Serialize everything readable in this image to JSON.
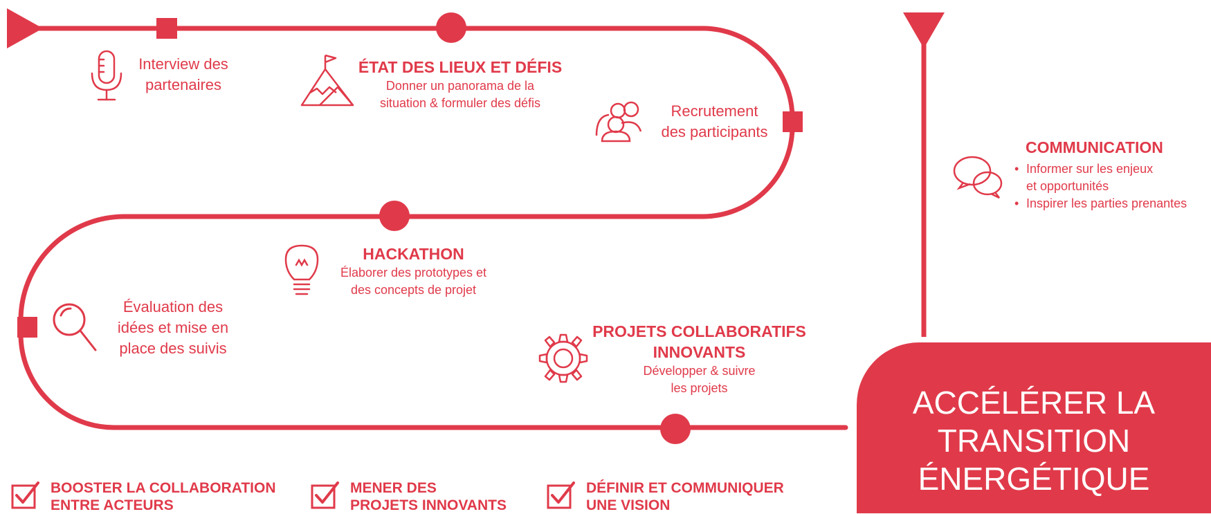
{
  "colors": {
    "accent": "#e03a4a",
    "background": "#ffffff",
    "hero_text": "#ffffff"
  },
  "steps": {
    "interview": {
      "icon": "microphone-icon",
      "line1": "Interview des",
      "line2": "partenaires"
    },
    "etat": {
      "icon": "mountain-flag-icon",
      "title": "ÉTAT DES LIEUX ET DÉFIS",
      "line1": "Donner un panorama de la",
      "line2": "situation & formuler des défis"
    },
    "recrutement": {
      "icon": "people-group-icon",
      "line1": "Recrutement",
      "line2": "des participants"
    },
    "hackathon": {
      "icon": "lightbulb-icon",
      "title": "HACKATHON",
      "line1": "Élaborer des prototypes et",
      "line2": "des concepts de projet"
    },
    "evaluation": {
      "icon": "magnifier-icon",
      "line1": "Évaluation des",
      "line2": "idées et mise en",
      "line3": "place des suivis"
    },
    "projets": {
      "icon": "gear-icon",
      "title1": "PROJETS COLLABORATIFS",
      "title2": "INNOVANTS",
      "line1": "Développer & suivre",
      "line2": "les projets"
    }
  },
  "communication": {
    "icon": "chat-bubbles-icon",
    "title": "COMMUNICATION",
    "bullet1_line1": "Informer sur les enjeux",
    "bullet1_line2": "et opportunités",
    "bullet2": "Inspirer les parties prenantes"
  },
  "goals": [
    {
      "line1": "BOOSTER LA COLLABORATION",
      "line2": "ENTRE ACTEURS"
    },
    {
      "line1": "MENER DES",
      "line2": "PROJETS INNOVANTS"
    },
    {
      "line1": "DÉFINIR ET COMMUNIQUER",
      "line2": "UNE VISION"
    }
  ],
  "hero": {
    "line1": "ACCÉLÉRER LA",
    "line2": "TRANSITION",
    "line3": "ÉNERGÉTIQUE"
  }
}
